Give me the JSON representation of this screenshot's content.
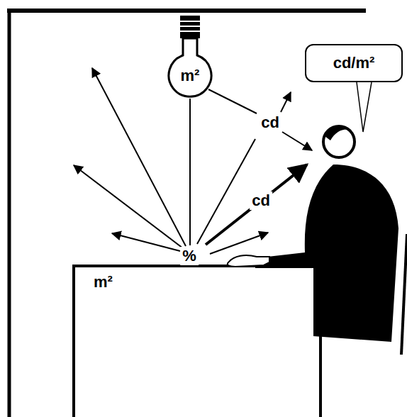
{
  "diagram": {
    "nodes": [
      {
        "text": [
          "m²"
        ]
      },
      {
        "text": [
          "cd/m²"
        ]
      },
      {
        "text": [
          "m²"
        ]
      }
    ],
    "labels": [
      "cd",
      "cd",
      "%"
    ]
  }
}
